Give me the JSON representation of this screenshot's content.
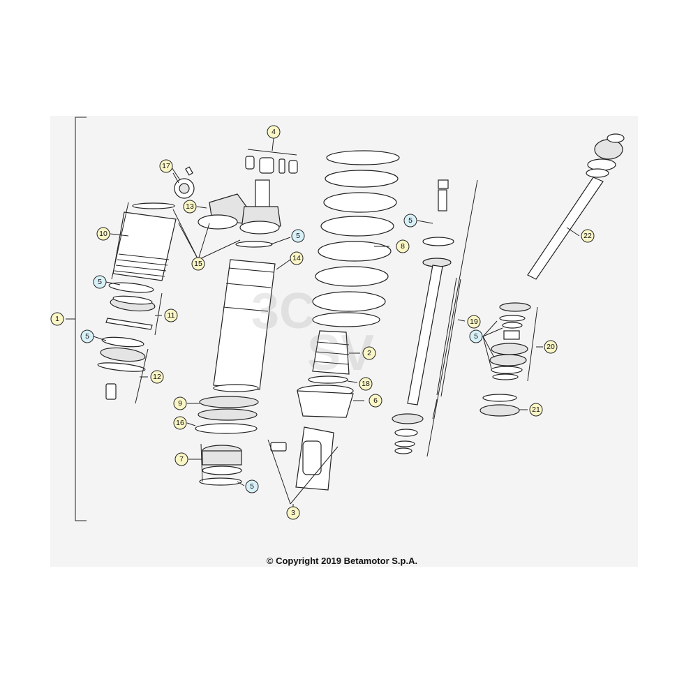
{
  "diagram": {
    "copyright": "© Copyright 2019 Betamotor S.p.A.",
    "colors": {
      "callout_yellow": "#fbf6c6",
      "callout_blue": "#d8f1f8",
      "panel_bg": "#f4f4f4"
    },
    "callouts": [
      {
        "id": "c1",
        "label": "1",
        "style": "yellow"
      },
      {
        "id": "c2",
        "label": "2",
        "style": "yellow"
      },
      {
        "id": "c3",
        "label": "3",
        "style": "yellow"
      },
      {
        "id": "c4",
        "label": "4",
        "style": "yellow"
      },
      {
        "id": "c5a",
        "label": "5",
        "style": "blue"
      },
      {
        "id": "c5b",
        "label": "5",
        "style": "blue"
      },
      {
        "id": "c5c",
        "label": "5",
        "style": "blue"
      },
      {
        "id": "c5d",
        "label": "5",
        "style": "blue"
      },
      {
        "id": "c5e",
        "label": "5",
        "style": "blue"
      },
      {
        "id": "c5f",
        "label": "5",
        "style": "blue"
      },
      {
        "id": "c6",
        "label": "6",
        "style": "yellow"
      },
      {
        "id": "c7",
        "label": "7",
        "style": "yellow"
      },
      {
        "id": "c8",
        "label": "8",
        "style": "yellow"
      },
      {
        "id": "c9",
        "label": "9",
        "style": "yellow"
      },
      {
        "id": "c10",
        "label": "10",
        "style": "yellow"
      },
      {
        "id": "c11",
        "label": "11",
        "style": "yellow"
      },
      {
        "id": "c12",
        "label": "12",
        "style": "yellow"
      },
      {
        "id": "c13",
        "label": "13",
        "style": "yellow"
      },
      {
        "id": "c14",
        "label": "14",
        "style": "yellow"
      },
      {
        "id": "c15",
        "label": "15",
        "style": "yellow"
      },
      {
        "id": "c16",
        "label": "16",
        "style": "yellow"
      },
      {
        "id": "c17",
        "label": "17",
        "style": "yellow"
      },
      {
        "id": "c18",
        "label": "18",
        "style": "yellow"
      },
      {
        "id": "c19",
        "label": "19",
        "style": "yellow"
      },
      {
        "id": "c20",
        "label": "20",
        "style": "yellow"
      },
      {
        "id": "c21",
        "label": "21",
        "style": "yellow"
      },
      {
        "id": "c22",
        "label": "22",
        "style": "yellow"
      }
    ]
  }
}
